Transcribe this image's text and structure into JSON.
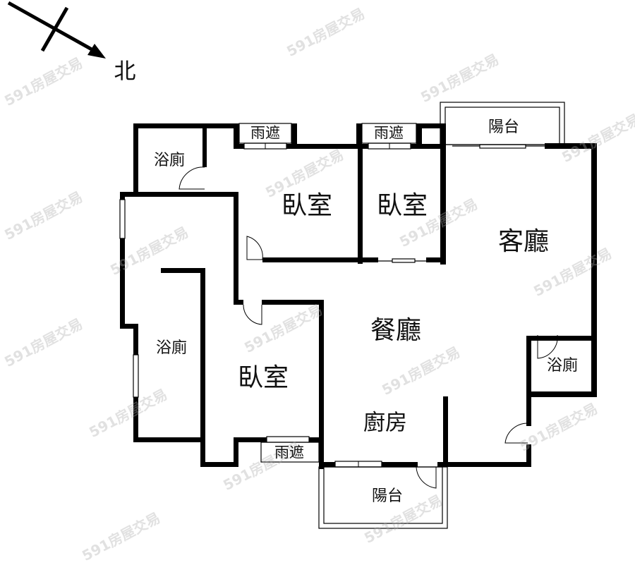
{
  "compass": {
    "label": "北",
    "icon": "north-arrow-icon"
  },
  "rooms": {
    "bath_top_left": "浴廁",
    "bedroom_top_middle": "臥室",
    "bedroom_top_right": "臥室",
    "living_room": "客廳",
    "dining_room": "餐廳",
    "bath_left": "浴廁",
    "bedroom_bottom_left": "臥室",
    "kitchen": "廚房",
    "bath_right": "浴廁",
    "balcony_top": "陽台",
    "balcony_bottom": "陽台",
    "awning_1": "雨遮",
    "awning_2": "雨遮",
    "awning_3": "雨遮"
  },
  "watermark": {
    "text": "591房屋交易"
  },
  "colors": {
    "wall": "#000000",
    "background": "#ffffff",
    "watermark": "#c8c8c8"
  }
}
